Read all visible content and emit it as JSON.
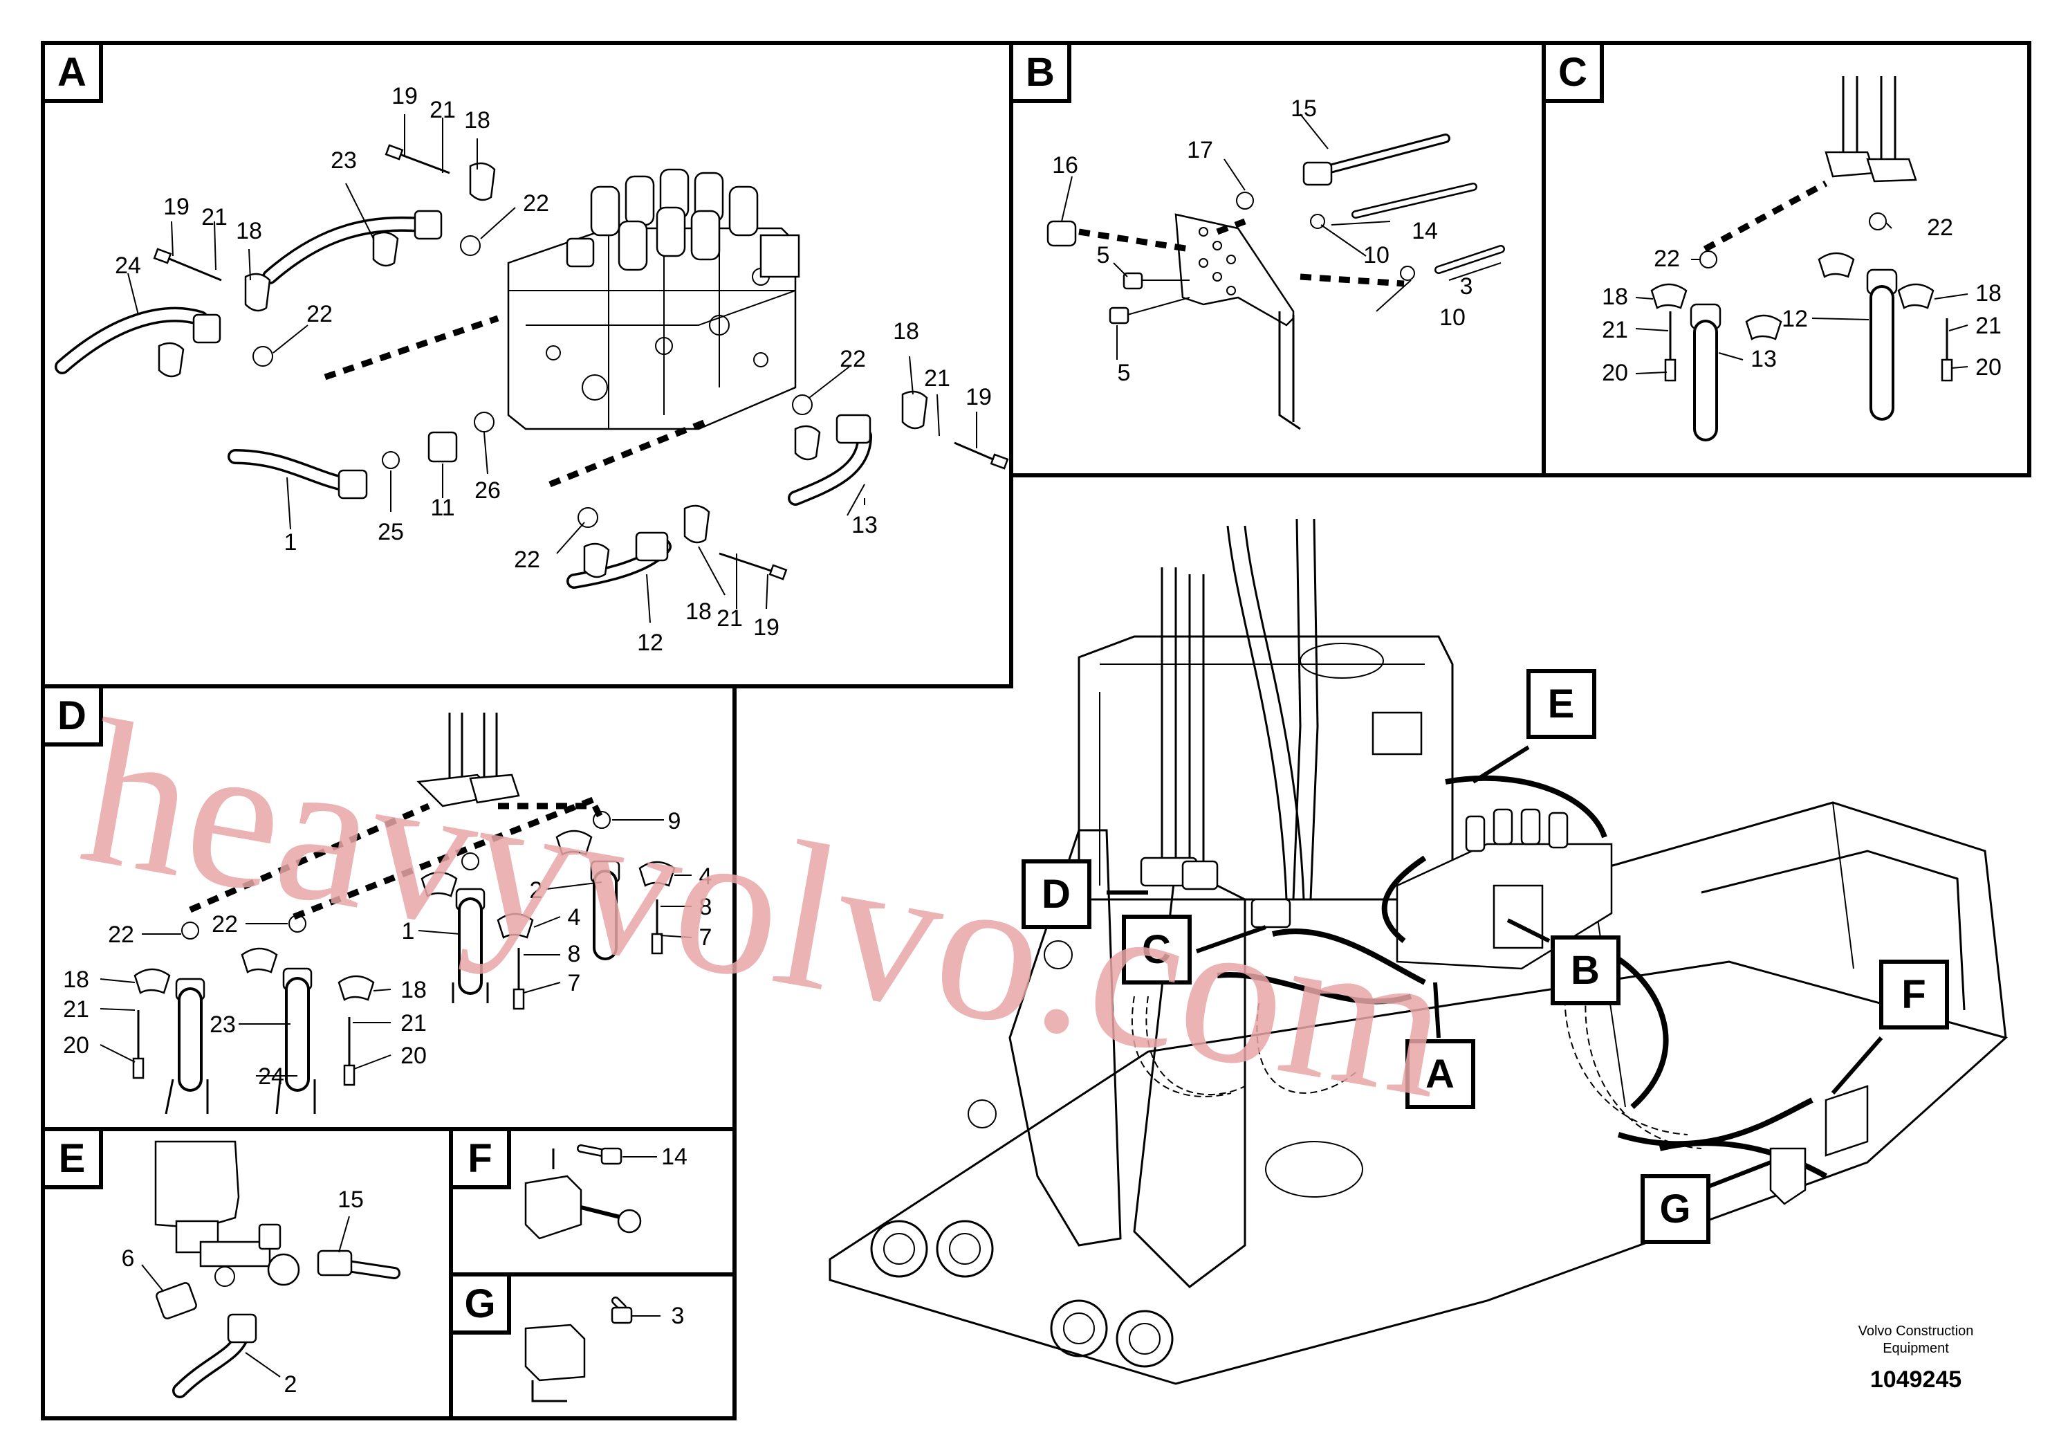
{
  "panels": {
    "A": {
      "tag": "A",
      "labels": [
        "19",
        "21",
        "18",
        "23",
        "22",
        "19",
        "21",
        "18",
        "24",
        "22",
        "1",
        "25",
        "11",
        "26",
        "22",
        "18",
        "21",
        "19",
        "13",
        "22",
        "12",
        "18",
        "21",
        "19"
      ]
    },
    "B": {
      "tag": "B",
      "labels": [
        "15",
        "16",
        "17",
        "14",
        "5",
        "10",
        "3",
        "10",
        "5"
      ]
    },
    "C": {
      "tag": "C",
      "labels": [
        "22",
        "22",
        "18",
        "18",
        "21",
        "21",
        "12",
        "13",
        "20",
        "20"
      ]
    },
    "D": {
      "tag": "D",
      "labels": [
        "9",
        "2",
        "4",
        "8",
        "7",
        "1",
        "4",
        "8",
        "7",
        "22",
        "22",
        "18",
        "18",
        "21",
        "21",
        "20",
        "23",
        "24",
        "20"
      ]
    },
    "E": {
      "tag": "E",
      "labels": [
        "15",
        "6",
        "2"
      ]
    },
    "F": {
      "tag": "F",
      "labels": [
        "14"
      ]
    },
    "G": {
      "tag": "G",
      "labels": [
        "3"
      ]
    }
  },
  "callouts": [
    "A",
    "B",
    "C",
    "D",
    "E",
    "F",
    "G"
  ],
  "caption": {
    "line1": "Volvo Construction",
    "line2": "Equipment",
    "number": "1049245"
  },
  "watermark": "heavyvolvo.com"
}
